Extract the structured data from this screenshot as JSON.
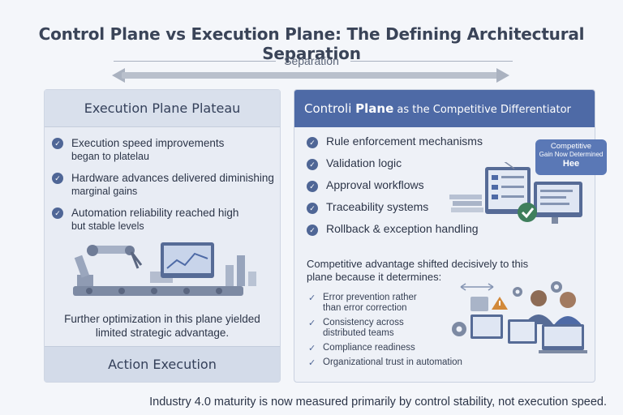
{
  "title": "Control Plane vs Execution Plane: The Defining Architectural Separation",
  "separation_label": "Separation",
  "left_panel": {
    "header": "Execution Plane Plateau",
    "items": [
      {
        "line1": "Execution speed improvements",
        "line2": "began to platelau"
      },
      {
        "line1": "Hardware advances delivered diminishing",
        "line2": "marginal gains"
      },
      {
        "line1": "Automation reliability reached high",
        "line2": "but stable levels"
      }
    ],
    "summary_line1": "Further optimization in this plane yielded",
    "summary_line2": "limited strategic advantage.",
    "footer": "Action Execution"
  },
  "right_panel": {
    "header_part1": "Controli ",
    "header_strong": "Plane",
    "header_part2": " as the Competitive Differentiator",
    "items": [
      "Rule enforcement mechanisms",
      "Validation logic",
      "Approval workflows",
      "Traceability systems",
      "Rollback & exception handling"
    ],
    "bubble": {
      "line1": "Competitive",
      "line2": "Gain Now Determined",
      "line3": "Hee"
    },
    "advantage_line1": "Competitive advantage shifted decisively to this",
    "advantage_line2": "plane because it determines:",
    "determines": [
      {
        "line1": "Error prevention rather",
        "line2": "than error correction"
      },
      {
        "line1": "Consistency across",
        "line2": "distributed teams"
      },
      {
        "line1": "Compliance readiness",
        "line2": ""
      },
      {
        "line1": "Organizational trust in automation",
        "line2": ""
      }
    ]
  },
  "bottom_note": "Industry 4.0 maturity is now measured primarily by control stability, not execution speed.",
  "colors": {
    "accent": "#4e6aa6",
    "left_header": "#d9e0ec",
    "check": "#4f6696",
    "text": "#2c3548"
  }
}
